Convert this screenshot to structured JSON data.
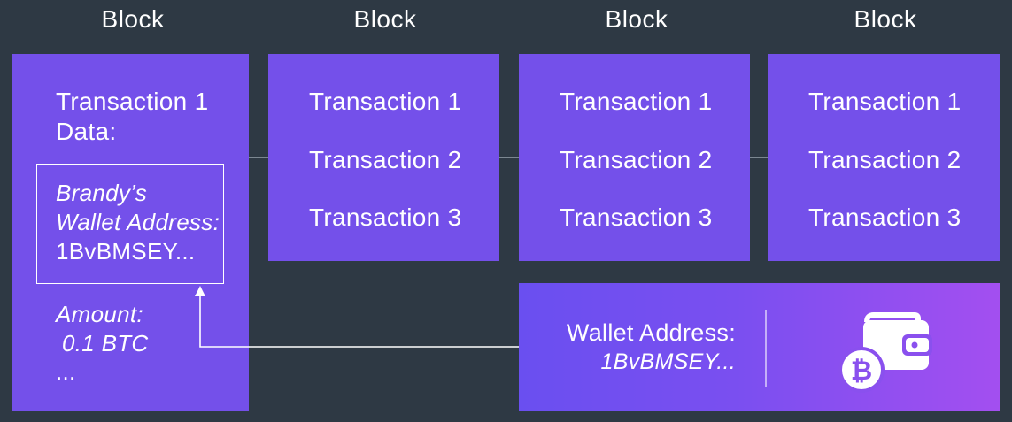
{
  "blocks": [
    {
      "title": "Block",
      "transaction_title": "Transaction 1",
      "data_label": "Data:",
      "address_line1": "Brandy’s",
      "address_line2": "Wallet Address:",
      "address_value": "1BvBMSEY...",
      "amount_label": "Amount:",
      "amount_value": "0.1 BTC",
      "ellipsis": "..."
    },
    {
      "title": "Block",
      "transactions": [
        "Transaction 1",
        "Transaction 2",
        "Transaction 3"
      ]
    },
    {
      "title": "Block",
      "transactions": [
        "Transaction 1",
        "Transaction 2",
        "Transaction 3"
      ]
    },
    {
      "title": "Block",
      "transactions": [
        "Transaction 1",
        "Transaction 2",
        "Transaction 3"
      ]
    }
  ],
  "wallet": {
    "label": "Wallet Address:",
    "value": "1BvBMSEY...",
    "icon": "wallet-bitcoin-icon"
  },
  "colors": {
    "background": "#2e3944",
    "block": "#7450ea",
    "connector": "#7c8791",
    "text": "#ffffff"
  }
}
